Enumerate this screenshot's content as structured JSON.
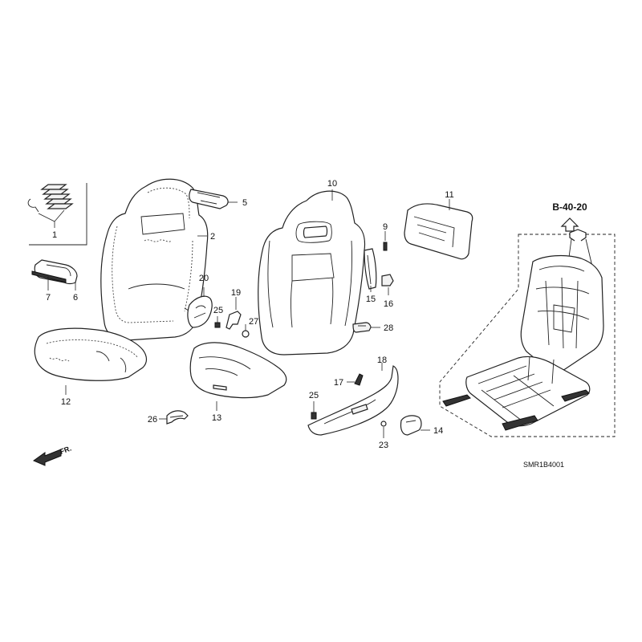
{
  "diagram": {
    "ref_label": "B-40-20",
    "figure_code": "SMR1B4001",
    "direction_label": "FR.",
    "callouts": [
      "1",
      "2",
      "5",
      "6",
      "7",
      "9",
      "10",
      "11",
      "12",
      "13",
      "14",
      "15",
      "16",
      "17",
      "18",
      "19",
      "20",
      "23",
      "25",
      "25",
      "26",
      "27",
      "28"
    ]
  }
}
